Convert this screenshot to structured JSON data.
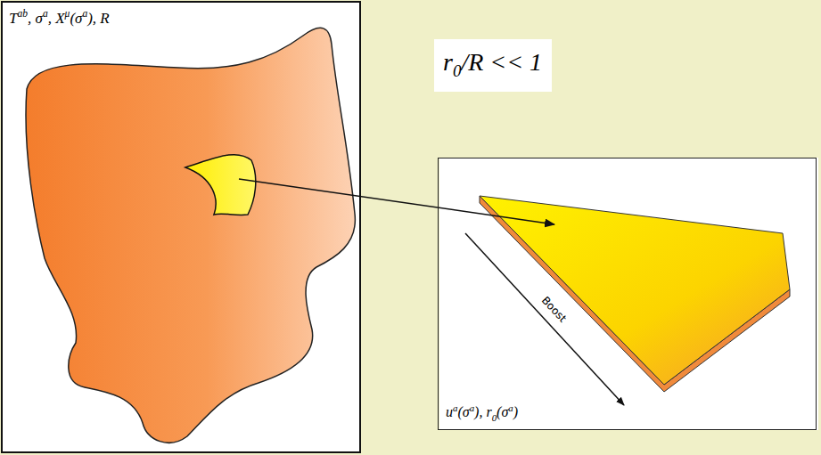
{
  "diagram": {
    "nodes": [
      {
        "text": [
          "Tab, σa, Xμ(σa), R"
        ]
      },
      {
        "text": [
          "r0/R << 1"
        ]
      },
      {
        "text": [
          "Boost",
          "ua(σa), r0(σa)"
        ]
      }
    ]
  }
}
